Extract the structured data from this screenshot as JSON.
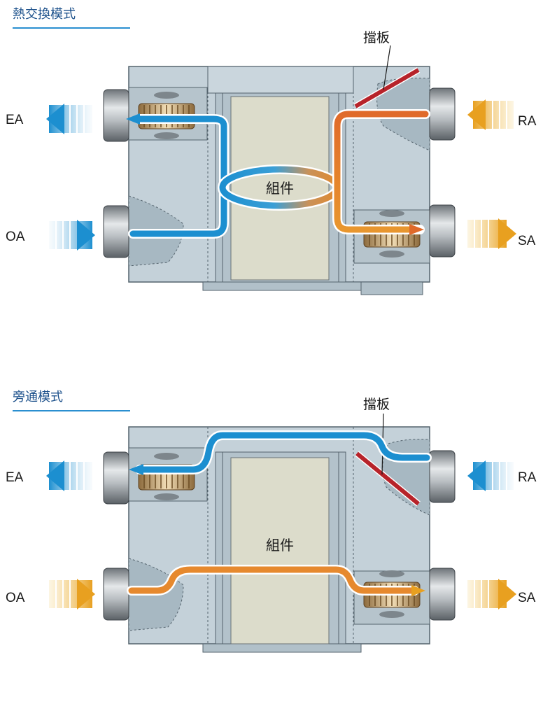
{
  "colors": {
    "housing": "#c4d1d9",
    "housing_dark": "#9fb2be",
    "core": "#dcdccb",
    "blue_flow": "#1c8fd0",
    "orange_flow": "#e08a30",
    "red_flow": "#e05a28",
    "damper": "#b7232a",
    "yellow_arrow": "#e8a020",
    "title_blue": "#1a4f8a"
  },
  "heat_exchange": {
    "title": "熱交換模式",
    "damper_label": "擋板",
    "core_label": "組件",
    "ports": {
      "top_left": "EA",
      "bottom_left": "OA",
      "top_right": "RA",
      "bottom_right": "SA"
    }
  },
  "bypass": {
    "title": "旁通模式",
    "damper_label": "擋板",
    "core_label": "組件",
    "ports": {
      "top_left": "EA",
      "bottom_left": "OA",
      "top_right": "RA",
      "bottom_right": "SA"
    }
  },
  "icons": [
    "fan-icon",
    "damper-icon",
    "duct-icon",
    "airflow-arrow-icon"
  ]
}
